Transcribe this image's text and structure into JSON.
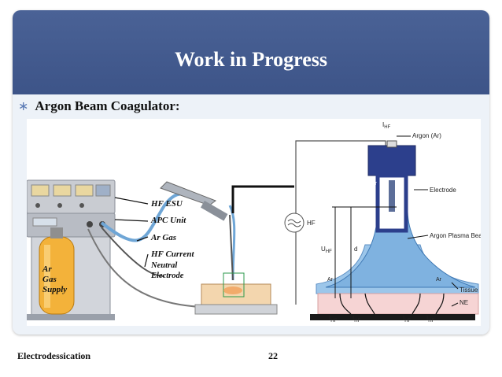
{
  "slide": {
    "title": "Work in Progress",
    "bullet": "Argon Beam Coagulator:",
    "footer_left": "Electrodessication",
    "page_number": "22"
  },
  "figure": {
    "left_labels": {
      "hf_esu": "HF ESU",
      "apc_unit": "APC Unit",
      "ar_gas": "Ar Gas",
      "hf_current": "HF Current",
      "neutral_electrode_1": "Neutral",
      "neutral_electrode_2": "Electrode",
      "cylinder_1": "Ar",
      "cylinder_2": "Gas",
      "cylinder_3": "Supply"
    },
    "right_labels": {
      "ihf_top_base": "I",
      "ihf_top_sub": "HF",
      "argon": "Argon (Ar)",
      "ar_inside": "Ar",
      "electrode": "Electrode",
      "hf": "HF",
      "uhf_base": "U",
      "uhf_sub": "HF",
      "d": "d",
      "plasma_beam": "Argon Plasma Beam",
      "ar_left": "Ar",
      "ar_right": "Ar",
      "tissue": "Tissue",
      "ne": "NE",
      "ihf_bottom": [
        "I",
        "I",
        "I",
        "I"
      ],
      "ihf_bottom_sub": "HF"
    },
    "colors": {
      "nozzle_blue": "#2c3f8c",
      "plasma_blue": "#7fb2e0",
      "tissue_pink": "#f6d4d4",
      "ne_black": "#1a1a1a"
    }
  }
}
